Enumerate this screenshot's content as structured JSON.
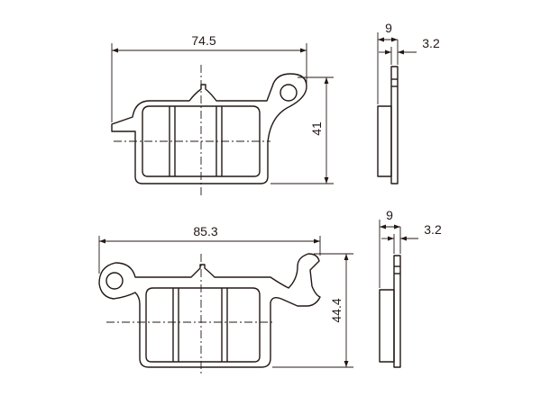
{
  "top_pad": {
    "width_label": "74.5",
    "height_label": "41",
    "thickness_label": "9",
    "plate_label": "3.2"
  },
  "bottom_pad": {
    "width_label": "85.3",
    "height_label": "44.4",
    "thickness_label": "9",
    "plate_label": "3.2"
  }
}
